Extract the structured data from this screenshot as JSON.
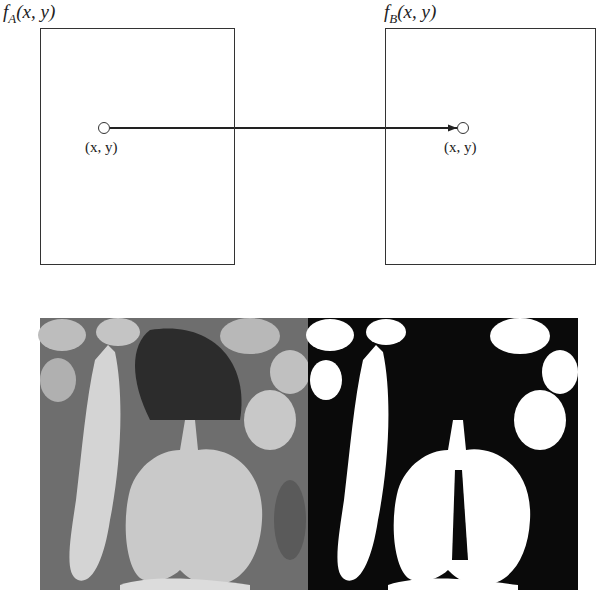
{
  "diagram": {
    "nodes": [
      {
        "text": [
          "fA(x, y)"
        ]
      },
      {
        "text": [
          "(x, y)"
        ],
        "in": 0
      },
      {
        "text": [
          "fB(x, y)"
        ]
      },
      {
        "text": [
          "(x, y)"
        ],
        "in": 2
      }
    ],
    "edges": [
      {
        "from": 1,
        "to": 3,
        "arrow": "to"
      }
    ]
  }
}
